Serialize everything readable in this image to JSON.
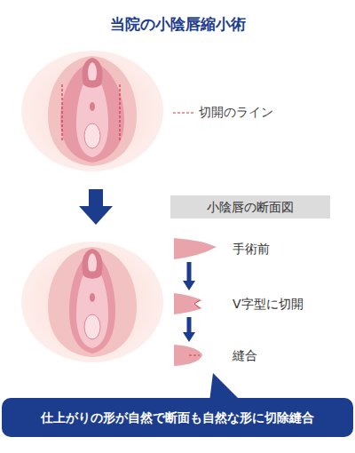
{
  "diagram": {
    "title": "当院の小陰唇縮小術",
    "nodes": [
      {
        "text": [
          "小陰唇の断面図"
        ]
      },
      {
        "text": [
          "手術前"
        ]
      },
      {
        "text": [
          "V字型に切開"
        ]
      },
      {
        "text": [
          "縫合"
        ]
      },
      {
        "text": [
          "仕上がりの形が自然で断面も自然な形に切除縫合"
        ]
      }
    ],
    "edges": [
      {
        "from": 1,
        "to": 2,
        "arrow": "to"
      },
      {
        "from": 2,
        "to": 3,
        "arrow": "to"
      }
    ],
    "legend": [
      {
        "text": "切開のライン"
      }
    ]
  }
}
